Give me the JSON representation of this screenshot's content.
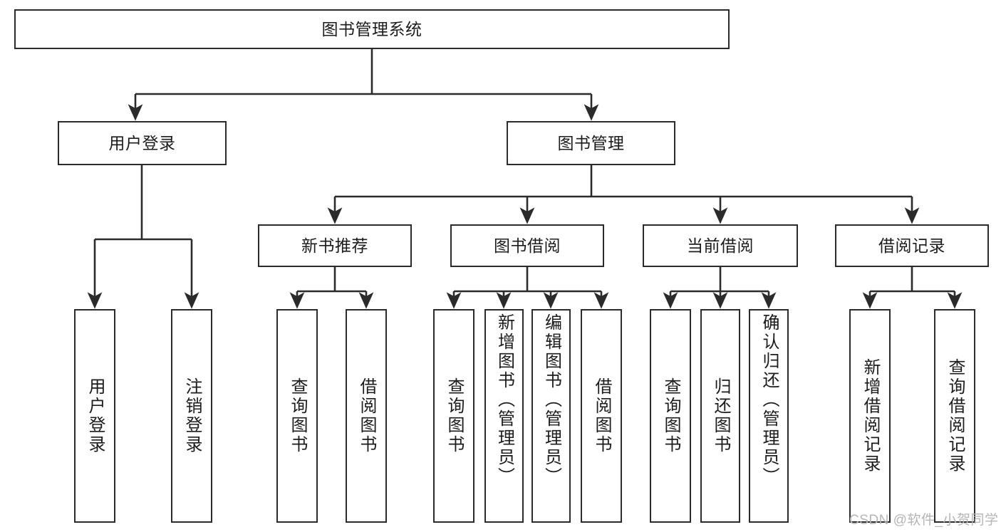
{
  "diagram": {
    "type": "tree",
    "title_node": {
      "label": "图书管理系统"
    },
    "level2": [
      {
        "id": "user-login",
        "label": "用户登录"
      },
      {
        "id": "book-management",
        "label": "图书管理"
      }
    ],
    "level3": [
      {
        "id": "new-book-recommend",
        "label": "新书推荐"
      },
      {
        "id": "book-borrow",
        "label": "图书借阅"
      },
      {
        "id": "current-borrow",
        "label": "当前借阅"
      },
      {
        "id": "borrow-record",
        "label": "借阅记录"
      }
    ],
    "leaves": [
      {
        "id": "leaf-user-login",
        "label": "用户登录",
        "parent": "user-login",
        "align": "center"
      },
      {
        "id": "leaf-logout",
        "label": "注销登录",
        "parent": "user-login",
        "align": "center"
      },
      {
        "id": "leaf-query-book-1",
        "label": "查询图书",
        "parent": "new-book-recommend",
        "align": "center"
      },
      {
        "id": "leaf-borrow-book-1",
        "label": "借阅图书",
        "parent": "new-book-recommend",
        "align": "center"
      },
      {
        "id": "leaf-query-book-2",
        "label": "查询图书",
        "parent": "book-borrow",
        "align": "center"
      },
      {
        "id": "leaf-add-book",
        "label": "新增图书（管理员）",
        "parent": "book-borrow",
        "align": "top"
      },
      {
        "id": "leaf-edit-book",
        "label": "编辑图书（管理员）",
        "parent": "book-borrow",
        "align": "top"
      },
      {
        "id": "leaf-borrow-book-2",
        "label": "借阅图书",
        "parent": "book-borrow",
        "align": "center"
      },
      {
        "id": "leaf-query-book-3",
        "label": "查询图书",
        "parent": "current-borrow",
        "align": "center"
      },
      {
        "id": "leaf-return-book",
        "label": "归还图书",
        "parent": "current-borrow",
        "align": "center"
      },
      {
        "id": "leaf-confirm-return",
        "label": "确认归还（管理员）",
        "parent": "current-borrow",
        "align": "top"
      },
      {
        "id": "leaf-add-record",
        "label": "新增借阅记录",
        "parent": "borrow-record",
        "align": "center"
      },
      {
        "id": "leaf-query-record",
        "label": "查询借阅记录",
        "parent": "borrow-record",
        "align": "center"
      }
    ],
    "watermark": "CSDN @软件_小贺同学",
    "colors": {
      "stroke": "#2b2b2b",
      "fill": "#ffffff",
      "text": "#1c1c1c",
      "watermark": "#b6b6b6"
    }
  }
}
